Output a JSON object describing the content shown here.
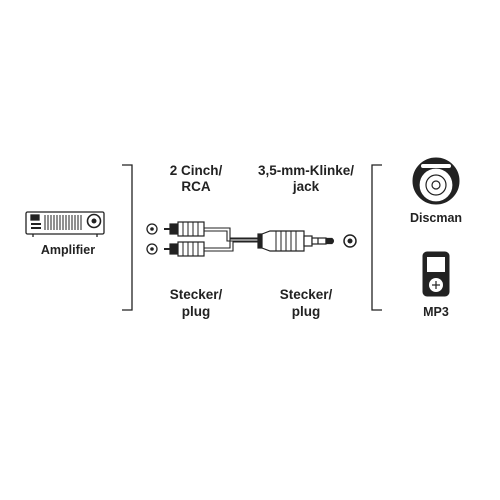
{
  "labels": {
    "amplifier": "Amplifier",
    "rca_line1": "2 Cinch/",
    "rca_line2": "RCA",
    "jack_line1": "3,5-mm-Klinke/",
    "jack_line2": "jack",
    "plug_left_line1": "Stecker/",
    "plug_left_line2": "plug",
    "plug_right_line1": "Stecker/",
    "plug_right_line2": "plug",
    "discman": "Discman",
    "mp3": "MP3"
  },
  "colors": {
    "line": "#222222",
    "device_fill": "#ffffff"
  },
  "icons": {
    "amplifier": "amplifier-icon",
    "rca_sockets": "rca-socket-icon",
    "rca_plugs": "rca-plug-icon",
    "jack_plug": "jack-plug-icon",
    "jack_socket": "jack-socket-icon",
    "discman": "discman-icon",
    "mp3": "mp3-player-icon"
  }
}
